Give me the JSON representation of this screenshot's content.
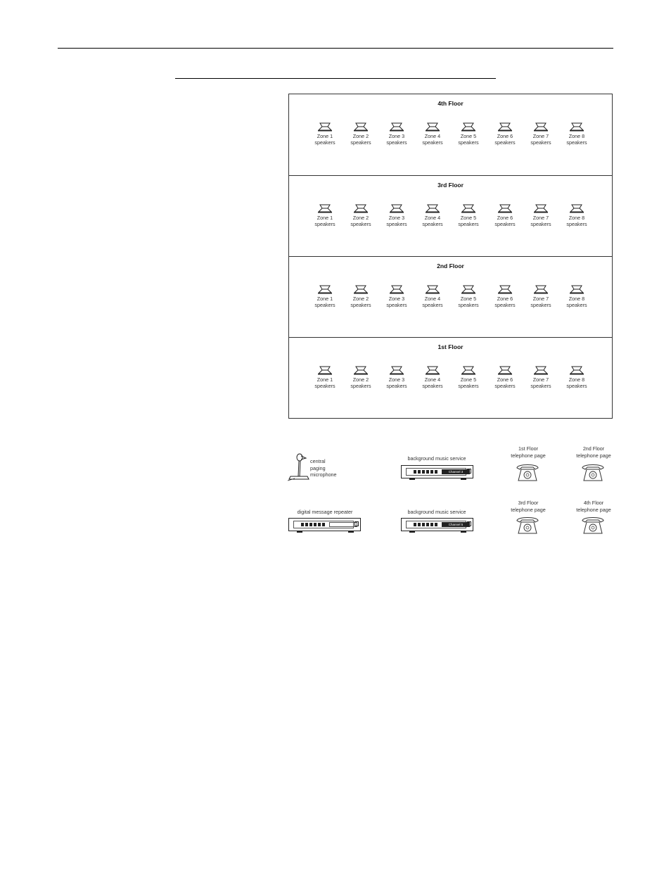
{
  "floors": [
    {
      "title": "4th Floor",
      "zones": [
        {
          "zone": "Zone 1",
          "kind": "speakers"
        },
        {
          "zone": "Zone 2",
          "kind": "speakers"
        },
        {
          "zone": "Zone 3",
          "kind": "speakers"
        },
        {
          "zone": "Zone 4",
          "kind": "speakers"
        },
        {
          "zone": "Zone 5",
          "kind": "speakers"
        },
        {
          "zone": "Zone 6",
          "kind": "speakers"
        },
        {
          "zone": "Zone 7",
          "kind": "speakers"
        },
        {
          "zone": "Zone 8",
          "kind": "speakers"
        }
      ]
    },
    {
      "title": "3rd Floor",
      "zones": [
        {
          "zone": "Zone 1",
          "kind": "speakers"
        },
        {
          "zone": "Zone 2",
          "kind": "speakers"
        },
        {
          "zone": "Zone 3",
          "kind": "speakers"
        },
        {
          "zone": "Zone 4",
          "kind": "speakers"
        },
        {
          "zone": "Zone 5",
          "kind": "speakers"
        },
        {
          "zone": "Zone 6",
          "kind": "speakers"
        },
        {
          "zone": "Zone 7",
          "kind": "speakers"
        },
        {
          "zone": "Zone 8",
          "kind": "speakers"
        }
      ]
    },
    {
      "title": "2nd Floor",
      "zones": [
        {
          "zone": "Zone 1",
          "kind": "speakers"
        },
        {
          "zone": "Zone 2",
          "kind": "speakers"
        },
        {
          "zone": "Zone 3",
          "kind": "speakers"
        },
        {
          "zone": "Zone 4",
          "kind": "speakers"
        },
        {
          "zone": "Zone 5",
          "kind": "speakers"
        },
        {
          "zone": "Zone 6",
          "kind": "speakers"
        },
        {
          "zone": "Zone 7",
          "kind": "speakers"
        },
        {
          "zone": "Zone 8",
          "kind": "speakers"
        }
      ]
    },
    {
      "title": "1st Floor",
      "zones": [
        {
          "zone": "Zone 1",
          "kind": "speakers"
        },
        {
          "zone": "Zone 2",
          "kind": "speakers"
        },
        {
          "zone": "Zone 3",
          "kind": "speakers"
        },
        {
          "zone": "Zone 4",
          "kind": "speakers"
        },
        {
          "zone": "Zone 5",
          "kind": "speakers"
        },
        {
          "zone": "Zone 6",
          "kind": "speakers"
        },
        {
          "zone": "Zone 7",
          "kind": "speakers"
        },
        {
          "zone": "Zone 8",
          "kind": "speakers"
        }
      ]
    }
  ],
  "sources": {
    "microphone": {
      "line1": "central",
      "line2": "paging",
      "line3": "microphone",
      "icon": "microphone-icon"
    },
    "music1": {
      "label": "background music service",
      "display": "Channel 3",
      "icon": "music-player-icon"
    },
    "repeater": {
      "label": "digital message repeater",
      "icon": "message-repeater-icon"
    },
    "music2": {
      "label": "background music service",
      "display": "Channel 5",
      "icon": "music-player-icon"
    },
    "phone1": {
      "line1": "1st Floor",
      "line2": "telephone page",
      "icon": "telephone-icon"
    },
    "phone2": {
      "line1": "2nd Floor",
      "line2": "telephone page",
      "icon": "telephone-icon"
    },
    "phone3": {
      "line1": "3rd Floor",
      "line2": "telephone page",
      "icon": "telephone-icon"
    },
    "phone4": {
      "line1": "4th Floor",
      "line2": "telephone page",
      "icon": "telephone-icon"
    }
  }
}
